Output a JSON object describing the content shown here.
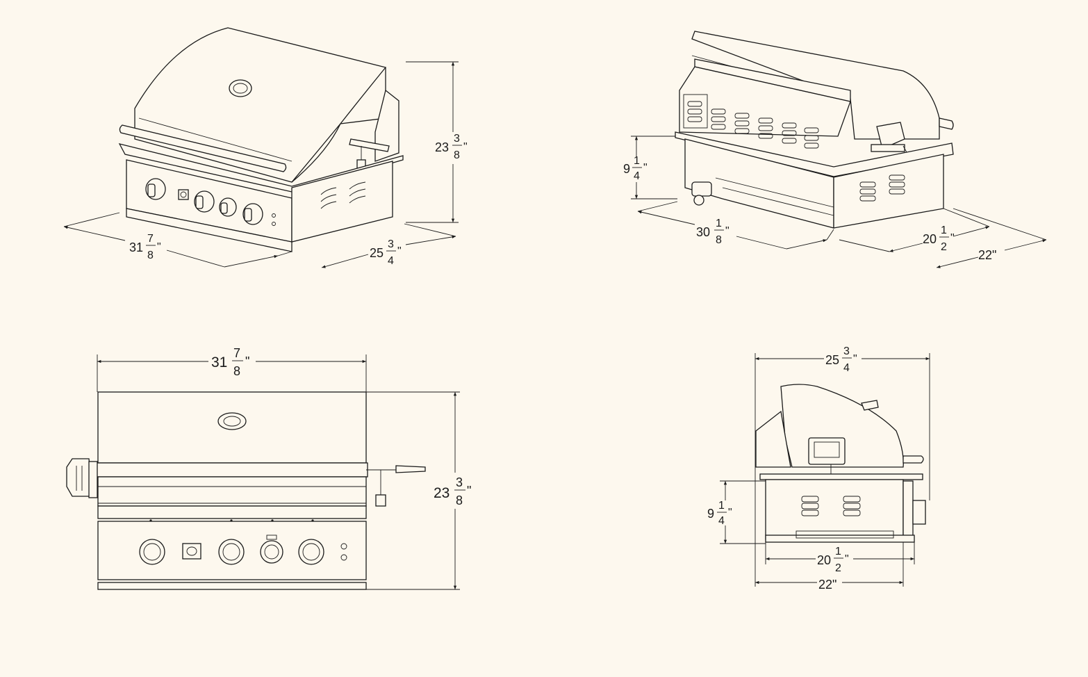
{
  "colors": {
    "background": "#fdf8ee",
    "line": "#1a1a1a"
  },
  "views": {
    "iso_front": {
      "width_whole": "31",
      "width_num": "7",
      "width_den": "8",
      "width_unit": "\"",
      "depth_whole": "25",
      "depth_num": "3",
      "depth_den": "4",
      "depth_unit": "\"",
      "height_whole": "23",
      "height_num": "3",
      "height_den": "8",
      "height_unit": "\""
    },
    "iso_rear": {
      "height_whole": "9",
      "height_num": "1",
      "height_den": "4",
      "height_unit": "\"",
      "width_whole": "30",
      "width_num": "1",
      "width_den": "8",
      "width_unit": "\"",
      "depth_whole": "20",
      "depth_num": "1",
      "depth_den": "2",
      "depth_unit": "\"",
      "overall_depth": "22\""
    },
    "front": {
      "width_whole": "31",
      "width_num": "7",
      "width_den": "8",
      "width_unit": "\"",
      "height_whole": "23",
      "height_num": "3",
      "height_den": "8",
      "height_unit": "\""
    },
    "side": {
      "top_whole": "25",
      "top_num": "3",
      "top_den": "4",
      "top_unit": "\"",
      "height_whole": "9",
      "height_num": "1",
      "height_den": "4",
      "height_unit": "\"",
      "depth_whole": "20",
      "depth_num": "1",
      "depth_den": "2",
      "depth_unit": "\"",
      "overall_depth": "22\""
    }
  }
}
